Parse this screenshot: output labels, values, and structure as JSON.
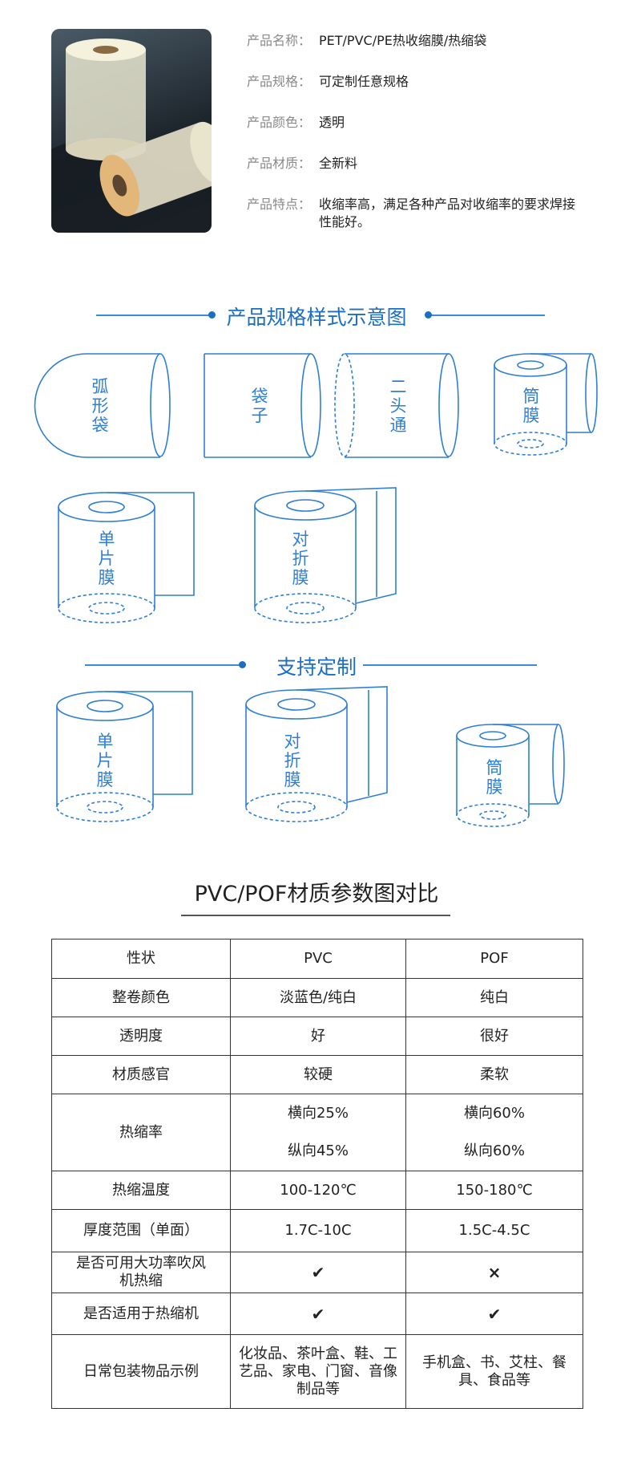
{
  "product_info": [
    {
      "key": "产品名称：",
      "value": "PET/PVC/PE热收缩膜/热缩袋"
    },
    {
      "key": "产品规格：",
      "value": "可定制任意规格"
    },
    {
      "key": "产品颜色：",
      "value": "透明"
    },
    {
      "key": "产品材质：",
      "value": "全新料"
    },
    {
      "key": "产品特点：",
      "value": "收缩率高，满足各种产品对收缩率的要求焊接性能好。"
    }
  ],
  "section1": {
    "title": "产品规格样式示意图",
    "labels": [
      "弧形袋",
      "袋子",
      "二头通",
      "筒膜",
      "单片膜",
      "对折膜"
    ]
  },
  "section2": {
    "title": "支持定制",
    "labels": [
      "单片膜",
      "对折膜",
      "筒膜"
    ]
  },
  "table_title": "PVC/POF材质参数图对比",
  "table": {
    "header": [
      "性状",
      "PVC",
      "POF"
    ],
    "rows": [
      [
        "整卷颜色",
        "淡蓝色/纯白",
        "纯白"
      ],
      [
        "透明度",
        "好",
        "很好"
      ],
      [
        "材质感官",
        "较硬",
        "柔软"
      ],
      [
        "热缩率",
        "横向25%",
        "横向60%"
      ],
      [
        "",
        "纵向45%",
        "纵向60%"
      ],
      [
        "热缩温度",
        "100-120℃",
        "150-180℃"
      ],
      [
        "厚度范围（单面）",
        "1.7C-10C",
        "1.5C-4.5C"
      ],
      [
        "是否可用大功率吹风机热缩",
        "✔",
        "×"
      ],
      [
        "是否适用于热缩机",
        "✔",
        "✔"
      ],
      [
        "日常包装物品示例",
        "化妆品、茶叶盒、鞋、工艺品、家电、门窗、音像制品等",
        "手机盒、书、艾柱、餐具、食品等"
      ]
    ]
  },
  "colors": {
    "accent": "#1b6fc2",
    "line": "#3a8be0",
    "text": "#222222",
    "label": "#8a8a8a"
  }
}
